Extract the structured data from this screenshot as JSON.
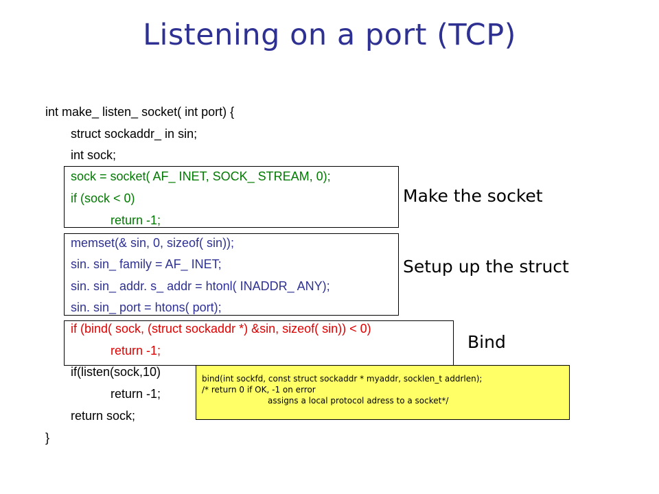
{
  "slide": {
    "title": "Listening on a port (TCP)"
  },
  "code": {
    "lines": [
      "int make_ listen_ socket( int port) {",
      "struct sockaddr_ in sin;",
      "int sock;",
      "sock = socket( AF_ INET, SOCK_ STREAM, 0);",
      "if (sock < 0)",
      "return -1;",
      "memset(& sin, 0, sizeof( sin));",
      "sin. sin_ family = AF_ INET;",
      "sin. sin_ addr. s_ addr = htonl( INADDR_ ANY);",
      "sin. sin_ port = htons( port);",
      "if (bind( sock, (struct sockaddr *) &sin, sizeof( sin)) < 0)",
      "return -1;",
      "if(listen(sock,10)",
      "return -1;",
      "return sock;",
      "}"
    ]
  },
  "annotations": {
    "make_socket": "Make the socket",
    "setup_struct": "Setup up the struct",
    "bind": "Bind"
  },
  "note": {
    "line1": "bind(int sockfd, const struct sockaddr * myaddr, socklen_t addrlen);",
    "line2": "/* return 0 if OK, -1 on error",
    "line3": "assigns a local protocol adress to a socket*/"
  },
  "colors": {
    "title": "#2e3192",
    "code_default": "#000000",
    "code_socket": "#007a00",
    "code_struct": "#2e3192",
    "code_bind": "#e00000",
    "note_background": "#ffff66"
  }
}
